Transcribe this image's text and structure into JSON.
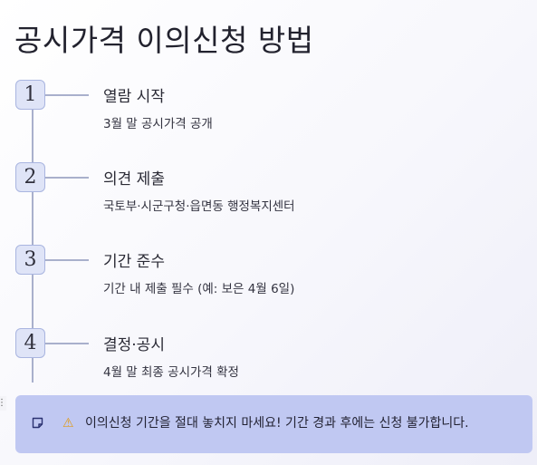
{
  "page": {
    "title": "공시가격 이의신청 방법"
  },
  "steps": [
    {
      "number": "1",
      "title": "열람 시작",
      "description": "3월 말 공시가격 공개"
    },
    {
      "number": "2",
      "title": "의견 제출",
      "description": "국토부·시군구청·읍면동 행정복지센터"
    },
    {
      "number": "3",
      "title": "기간 준수",
      "description": "기간 내 제출 필수 (예: 보은 4월 6일)"
    },
    {
      "number": "4",
      "title": "결정·공시",
      "description": "4월 말 최종 공시가격 확정"
    }
  ],
  "callout": {
    "icon": "note-icon",
    "warning_icon": "warning-icon",
    "warning_glyph": "⚠",
    "text": "이의신청 기간을 절대 놓치지 마세요! 기간 경과 후에는 신청 불가합니다."
  },
  "edge_handle": {
    "glyph": "⋮"
  },
  "colors": {
    "badge_fill": "#dfe4f7",
    "badge_border": "#a9b5e0",
    "line": "#a9b0cc",
    "callout_bg": "#c0c8f2",
    "warning": "#e09b1a"
  }
}
